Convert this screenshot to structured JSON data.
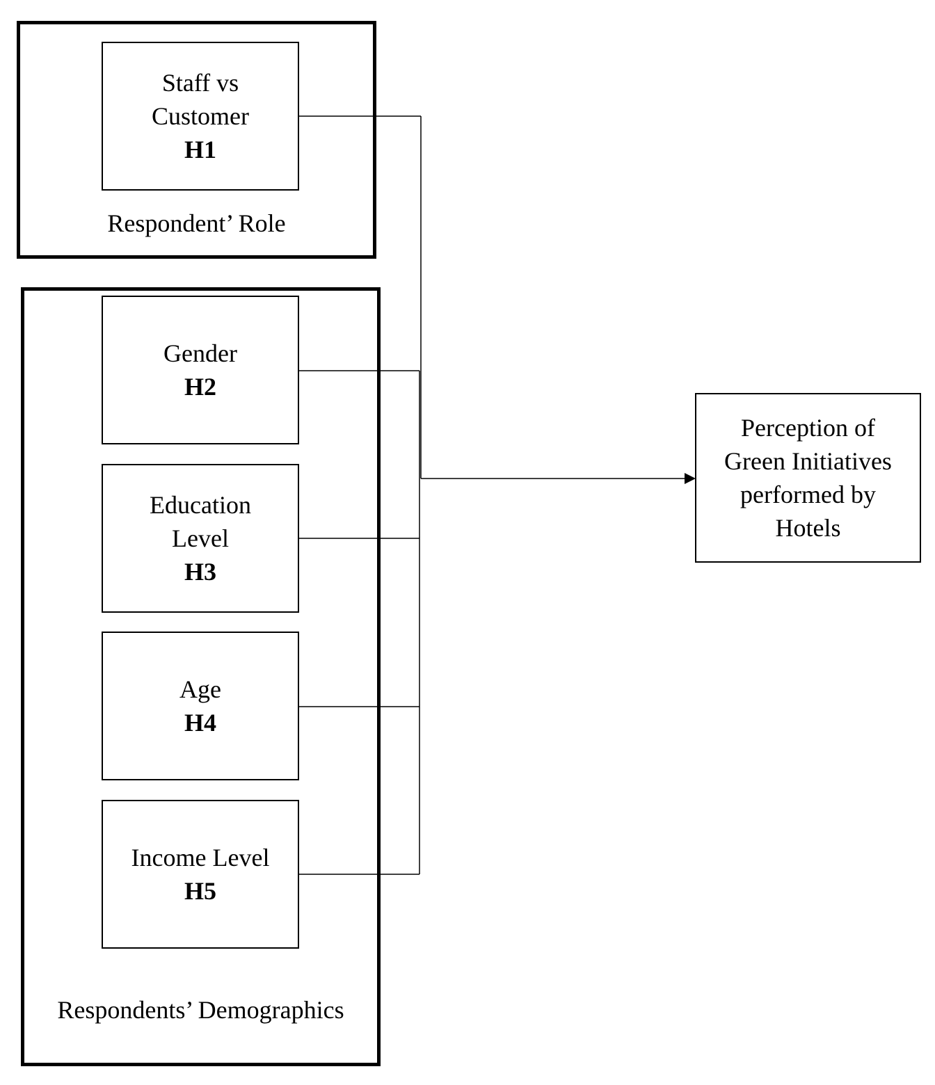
{
  "groups": {
    "role": {
      "caption": "Respondent’ Role"
    },
    "demographics": {
      "caption": "Respondents’ Demographics"
    }
  },
  "nodes": {
    "h1": {
      "line1": "Staff vs",
      "line2": "Customer",
      "hypothesis": "H1"
    },
    "h2": {
      "line1": "Gender",
      "hypothesis": "H2"
    },
    "h3": {
      "line1": "Education",
      "line2": "Level",
      "hypothesis": "H3"
    },
    "h4": {
      "line1": "Age",
      "hypothesis": "H4"
    },
    "h5": {
      "line1": "Income Level",
      "hypothesis": "H5"
    },
    "outcome": {
      "line1": "Perception of",
      "line2": "Green Initiatives",
      "line3": "performed by",
      "line4": "Hotels"
    }
  }
}
